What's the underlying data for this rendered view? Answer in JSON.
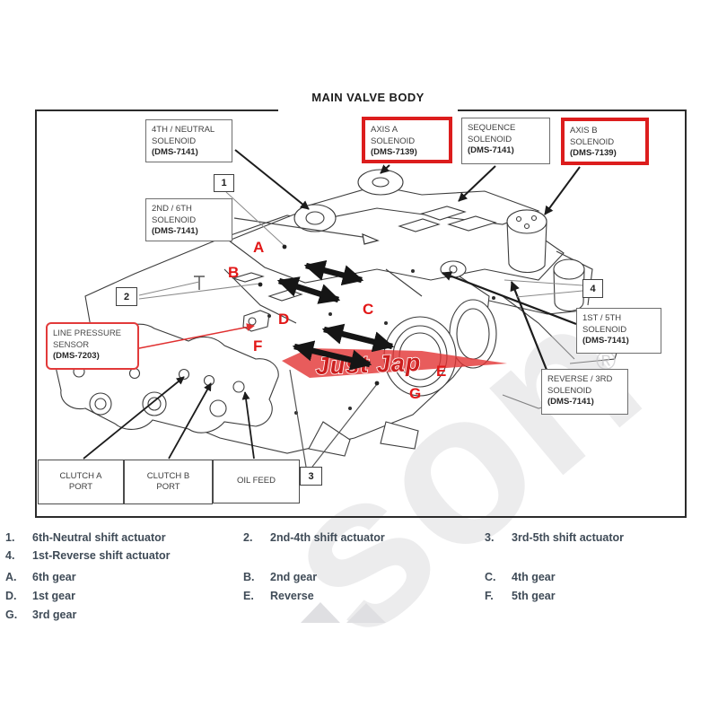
{
  "title": "MAIN VALVE BODY",
  "callouts": {
    "fourth_neutral": {
      "l1": "4TH / NEUTRAL",
      "l2": "SOLENOID",
      "l3": "(DMS-7141)"
    },
    "second_sixth": {
      "l1": "2ND / 6TH",
      "l2": "SOLENOID",
      "l3": "(DMS-7141)"
    },
    "axis_a": {
      "l1": "AXIS A",
      "l2": "SOLENOID",
      "l3": "(DMS-7139)"
    },
    "sequence": {
      "l1": "SEQUENCE",
      "l2": "SOLENOID",
      "l3": "(DMS-7141)"
    },
    "axis_b": {
      "l1": "AXIS B",
      "l2": "SOLENOID",
      "l3": "(DMS-7139)"
    },
    "line_pressure": {
      "l1": "LINE PRESSURE",
      "l2": "SENSOR",
      "l3": "(DMS-7203)"
    },
    "first_fifth": {
      "l1": "1ST / 5TH",
      "l2": "SOLENOID",
      "l3": "(DMS-7141)"
    },
    "reverse_third": {
      "l1": "REVERSE / 3RD",
      "l2": "SOLENOID",
      "l3": "(DMS-7141)"
    },
    "clutch_a": {
      "l1": "CLUTCH A",
      "l2": "PORT"
    },
    "clutch_b": {
      "l1": "CLUTCH B",
      "l2": "PORT"
    },
    "oil_feed": {
      "l1": "OIL FEED"
    }
  },
  "ref_numbers": {
    "n1": "1",
    "n2": "2",
    "n3": "3",
    "n4": "4"
  },
  "point_letters": {
    "a": "A",
    "b": "B",
    "c": "C",
    "d": "D",
    "e": "E",
    "f": "F",
    "g": "G"
  },
  "legend": {
    "items": [
      {
        "key": "1.",
        "text": "6th-Neutral shift actuator"
      },
      {
        "key": "2.",
        "text": "2nd-4th shift actuator"
      },
      {
        "key": "3.",
        "text": "3rd-5th shift actuator"
      },
      {
        "key": "4.",
        "text": "1st-Reverse shift actuator"
      },
      {
        "key": "A.",
        "text": "6th gear"
      },
      {
        "key": "B.",
        "text": "2nd gear"
      },
      {
        "key": "C.",
        "text": "4th gear"
      },
      {
        "key": "D.",
        "text": "1st gear"
      },
      {
        "key": "E.",
        "text": "Reverse"
      },
      {
        "key": "F.",
        "text": "5th gear"
      },
      {
        "key": "G.",
        "text": "3rd gear"
      }
    ]
  },
  "watermark": {
    "red_text": "Just Jap",
    "gray_text": "son",
    "registered_mark": "®"
  },
  "colors": {
    "callout_red": "#dc1d1d",
    "marker_red": "#e21717",
    "banner_red": "#e23333",
    "line_art": "#3c3c3c",
    "legend_text": "#3f4b57"
  }
}
